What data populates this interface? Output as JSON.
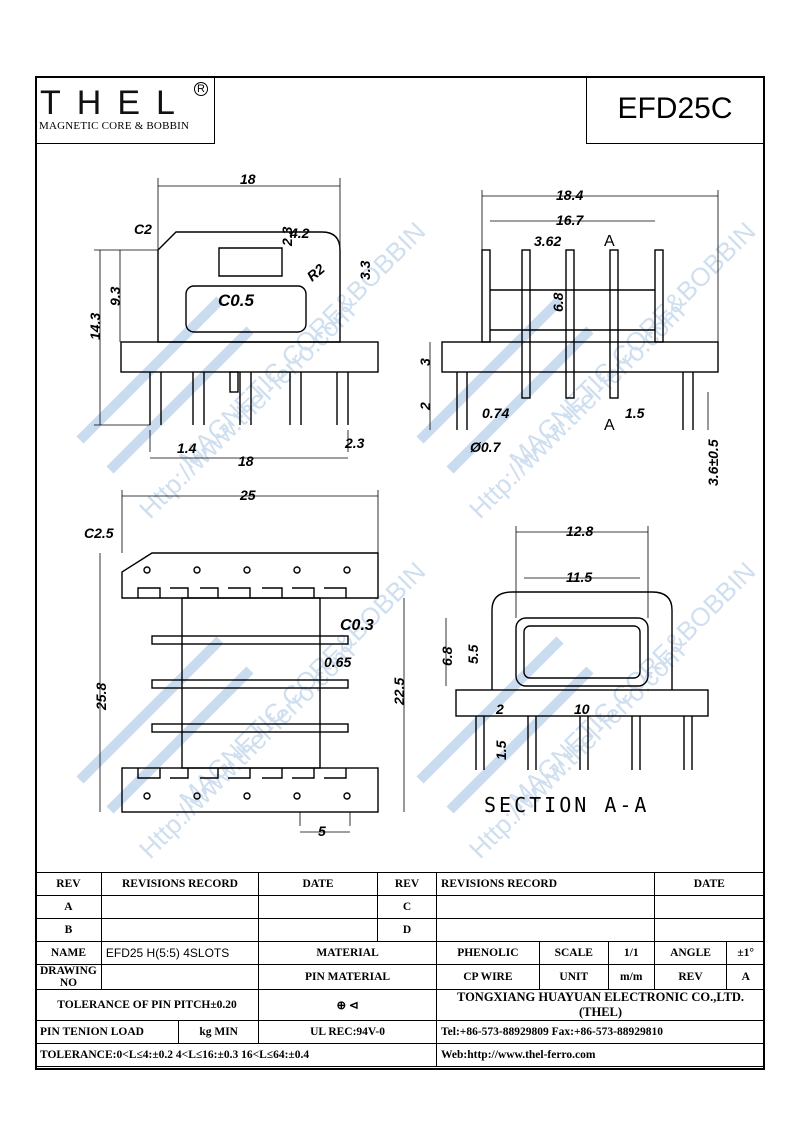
{
  "header": {
    "logo_word": "THEL",
    "logo_subtitle": "MAGNETIC CORE & BOBBIN",
    "registered_mark": "R",
    "part_number": "EFD25C"
  },
  "dimensions": {
    "top_front": [
      "18",
      "C2",
      "4.2",
      "2.3",
      "3.3",
      "R2",
      "C0.5",
      "9.3",
      "14.3",
      "1.4",
      "18",
      "2.3"
    ],
    "top_side": [
      "18.4",
      "16.7",
      "3.62",
      "A",
      "6.8",
      "3",
      "2",
      "0.74",
      "1.5",
      "A",
      "Ø0.7",
      "3.6±0.5"
    ],
    "bottom_plan": [
      "25",
      "C2.5",
      "C0.3",
      "0.65",
      "25.8",
      "22.5",
      "5"
    ],
    "section": [
      "12.8",
      "11.5",
      "6.8",
      "5.5",
      "2",
      "10",
      "1.5"
    ],
    "section_label": "SECTION A-A"
  },
  "watermark": {
    "text": "MAGNETIC CORE&BOBBIN",
    "url": "Http://www.thel-ferro.com"
  },
  "title_block": {
    "rev_header": "REV",
    "revisions_header": "REVISIONS RECORD",
    "date_header": "DATE",
    "rev_a": "A",
    "rev_b": "B",
    "rev_c": "C",
    "rev_d": "D",
    "name_label": "NAME",
    "name_value": "EFD25 H(5:5) 4SLOTS",
    "material_label": "MATERIAL",
    "material_value": "PHENOLIC",
    "scale_label": "SCALE",
    "scale_value": "1/1",
    "angle_label": "ANGLE",
    "angle_value": "±1°",
    "drawing_no_label": "DRAWING NO",
    "pin_material_label": "PIN MATERIAL",
    "pin_material_value": "CP WIRE",
    "unit_label": "UNIT",
    "unit_value": "m/m",
    "rev_label": "REV",
    "rev_value": "A",
    "tolerance_pitch": "TOLERANCE OF PIN PITCH±0.20",
    "company": "TONGXIANG HUAYUAN ELECTRONIC CO.,LTD. (THEL)",
    "pin_tension_label": "PIN TENION LOAD",
    "pin_tension_unit": "kg MIN",
    "ul_rec": "UL REC:94V-0",
    "tel_fax": "Tel:+86-573-88929809 Fax:+86-573-88929810",
    "tolerance_general": "TOLERANCE:0<L≤4:±0.2  4<L≤16:±0.3  16<L≤64:±0.4",
    "web": "Web:http://www.thel-ferro.com"
  }
}
